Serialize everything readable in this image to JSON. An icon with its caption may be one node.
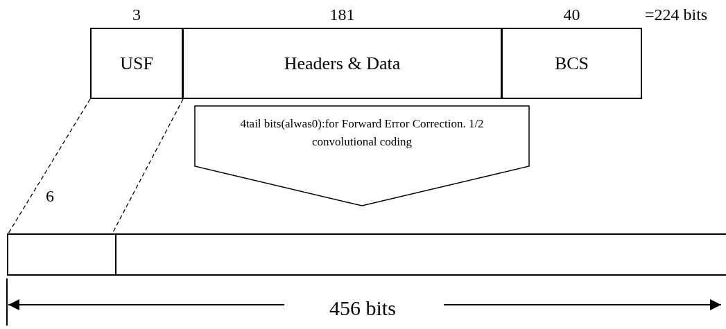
{
  "diagram": {
    "nodes": [
      {
        "text": [
          "USF"
        ],
        "beside": [
          "3"
        ]
      },
      {
        "text": [
          "Headers & Data"
        ],
        "beside": [
          "181"
        ]
      },
      {
        "text": [
          "BCS"
        ],
        "beside": [
          "40"
        ]
      },
      {
        "text": [
          "4tail bits(alwas0):for Forward Error Correction. 1/2 convolutional coding"
        ]
      },
      {
        "text": [],
        "shape": "box"
      },
      {
        "text": [],
        "shape": "box"
      }
    ],
    "edges": [
      {
        "from": 0,
        "to": 4,
        "arrow": "none",
        "style": "dashed"
      },
      {
        "from": 0,
        "to": 4,
        "arrow": "none",
        "style": "dashed"
      }
    ],
    "labels": [
      "=224 bits",
      "6",
      "456 bits"
    ]
  }
}
